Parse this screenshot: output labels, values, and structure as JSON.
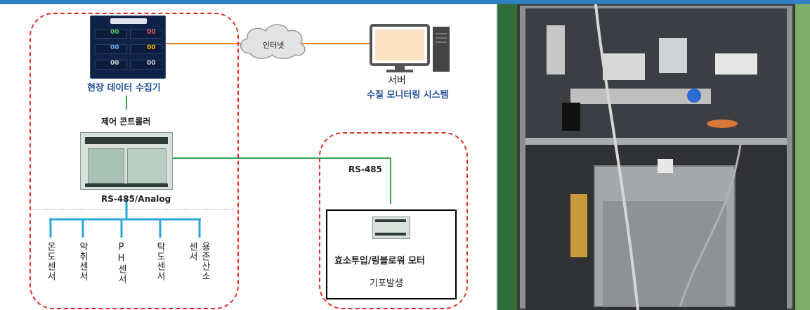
{
  "diagram": {
    "collector_label": "현장 데이터 수집기",
    "controller_label": "제어 콘트롤러",
    "bus_label": "RS-485/Analog",
    "cloud_label": "인터넷",
    "server_label": "서버",
    "monitoring_label": "수질 모니터링 시스템",
    "rs485_label": "RS-485",
    "motor_label": "효소투입/링블로워 모터",
    "motor_sub_label": "기포발생",
    "sensors": [
      "온도센서",
      "악취센서",
      "PH센서",
      "탁도센서",
      "용존산소"
    ],
    "sensor_extra": "센서",
    "panel_readouts": [
      "00",
      "00",
      "00",
      "00",
      "00",
      "00"
    ]
  },
  "colors": {
    "accent_orange": "#f07b1d",
    "line_green": "#3aa14b",
    "line_blue": "#2aa6dd",
    "dashed_red": "#e0322b",
    "label_blue": "#1f4e9a"
  },
  "photo": {
    "description_icon": "cabinet-photo"
  }
}
